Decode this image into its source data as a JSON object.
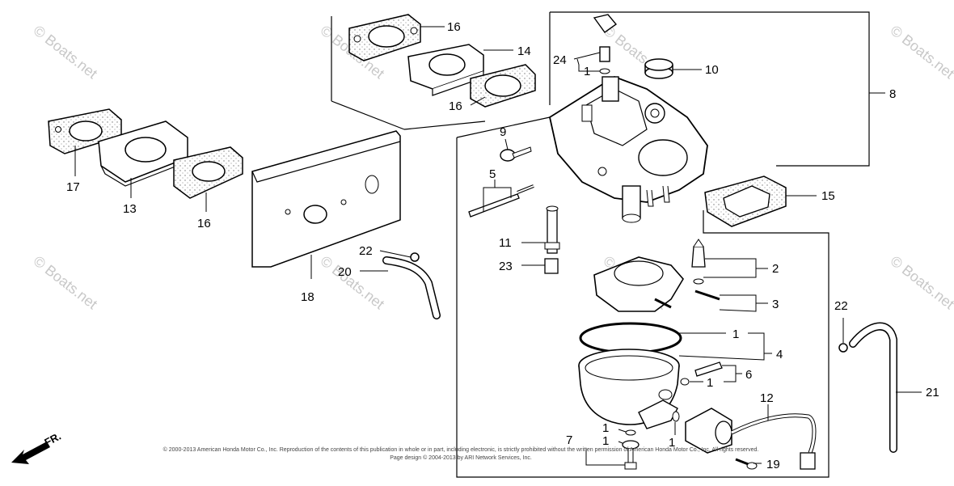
{
  "watermark": "© Boats.net",
  "direction_label": "FR.",
  "copyright_line1": "© 2000-2013 American Honda Motor Co., Inc. Reproduction of the contents of this publication in whole or in part, including electronic, is strictly prohibited without the written permission of American Honda Motor Co., Inc. All rights reserved.",
  "copyright_line2": "Page design © 2004-2013 by ARI Network Services, Inc.",
  "callouts": {
    "c16a": "16",
    "c14": "14",
    "c16b": "16",
    "c24": "24",
    "c1a": "1",
    "c10": "10",
    "c8": "8",
    "c9": "9",
    "c5": "5",
    "c17": "17",
    "c13": "13",
    "c16c": "16",
    "c15": "15",
    "c22a": "22",
    "c20": "20",
    "c18": "18",
    "c11": "11",
    "c23": "23",
    "c2": "2",
    "c3": "3",
    "c1b": "1",
    "c4": "4",
    "c1c": "1",
    "c6": "6",
    "c22b": "22",
    "c21": "21",
    "c12": "12",
    "c7": "7",
    "c1d": "1",
    "c1e": "1",
    "c1f": "1",
    "c19": "19"
  }
}
